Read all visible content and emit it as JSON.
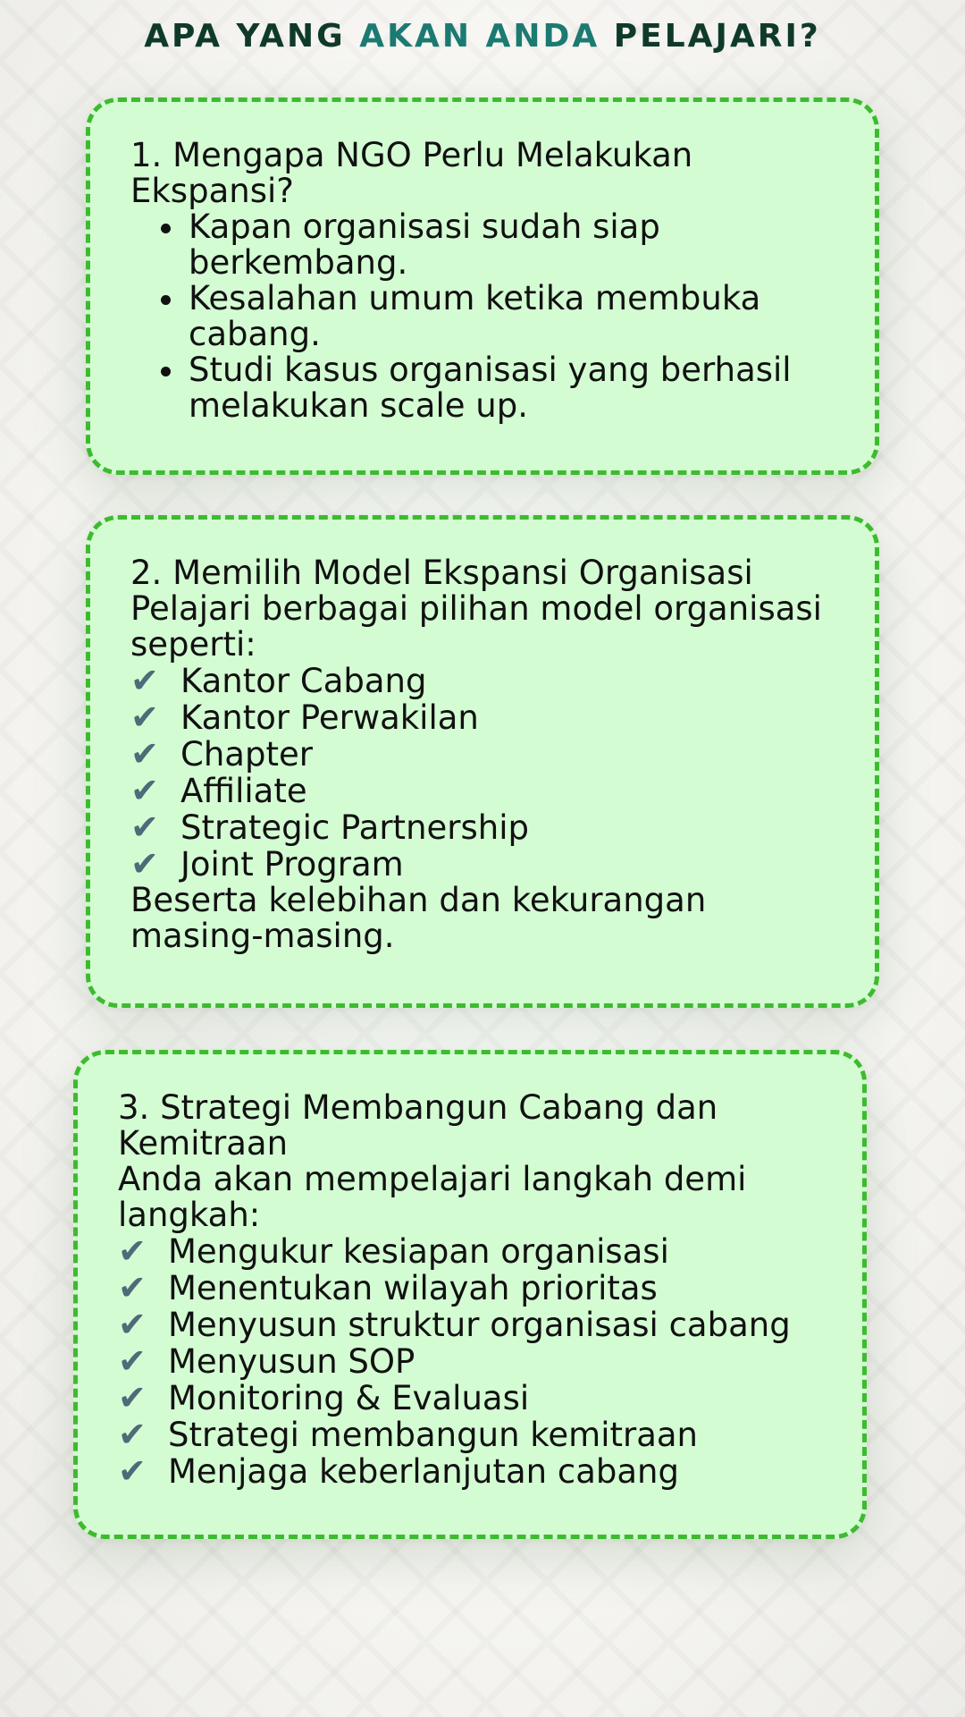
{
  "colors": {
    "title_dark": "#0f3a2a",
    "title_teal": "#1b7a72",
    "card_bg": "#d4fcd3",
    "card_border": "#3dbb2f",
    "check": "#4f6a78"
  },
  "header": {
    "title_parts": [
      "APA YANG ",
      "AKAN ANDA",
      " PELAJARI?"
    ]
  },
  "sections": [
    {
      "heading": "1. Mengapa NGO Perlu Melakukan Ekspansi?",
      "bullets": [
        "Kapan organisasi sudah siap berkembang.",
        "Kesalahan umum ketika membuka cabang.",
        "Studi kasus organisasi yang berhasil melakukan scale up."
      ]
    },
    {
      "heading": "2. Memilih Model Ekspansi Organisasi",
      "intro": "Pelajari berbagai pilihan model organisasi seperti:",
      "checks": [
        "Kantor Cabang",
        "Kantor Perwakilan",
        "Chapter",
        "Affiliate",
        "Strategic Partnership",
        "Joint Program"
      ],
      "outro": "Beserta kelebihan dan kekurangan masing-masing."
    },
    {
      "heading": "3. Strategi Membangun Cabang dan Kemitraan",
      "intro": "Anda akan mempelajari langkah demi langkah:",
      "checks": [
        "Mengukur kesiapan organisasi",
        "Menentukan wilayah prioritas",
        "Menyusun struktur organisasi cabang",
        "Menyusun SOP",
        "Monitoring & Evaluasi",
        "Strategi membangun kemitraan",
        "Menjaga keberlanjutan cabang"
      ]
    }
  ],
  "icons": {
    "check": "heavy-check-mark-icon"
  }
}
